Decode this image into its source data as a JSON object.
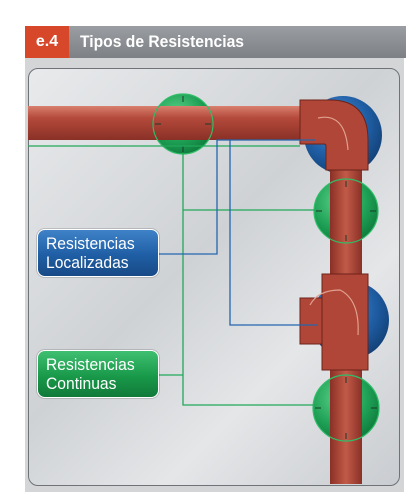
{
  "header": {
    "badge": "e.4",
    "title": "Tipos de Resistencias"
  },
  "labels": {
    "localized_line1": "Resistencias",
    "localized_line2": "Localizadas",
    "continuous_line1": "Resistencias",
    "continuous_line2": "Continuas"
  },
  "colors": {
    "header_badge": "#d7482a",
    "header_band": "#8b8f93",
    "pipe": "#b44a3c",
    "localized": "#1f5ea4",
    "continuous": "#19994a"
  }
}
